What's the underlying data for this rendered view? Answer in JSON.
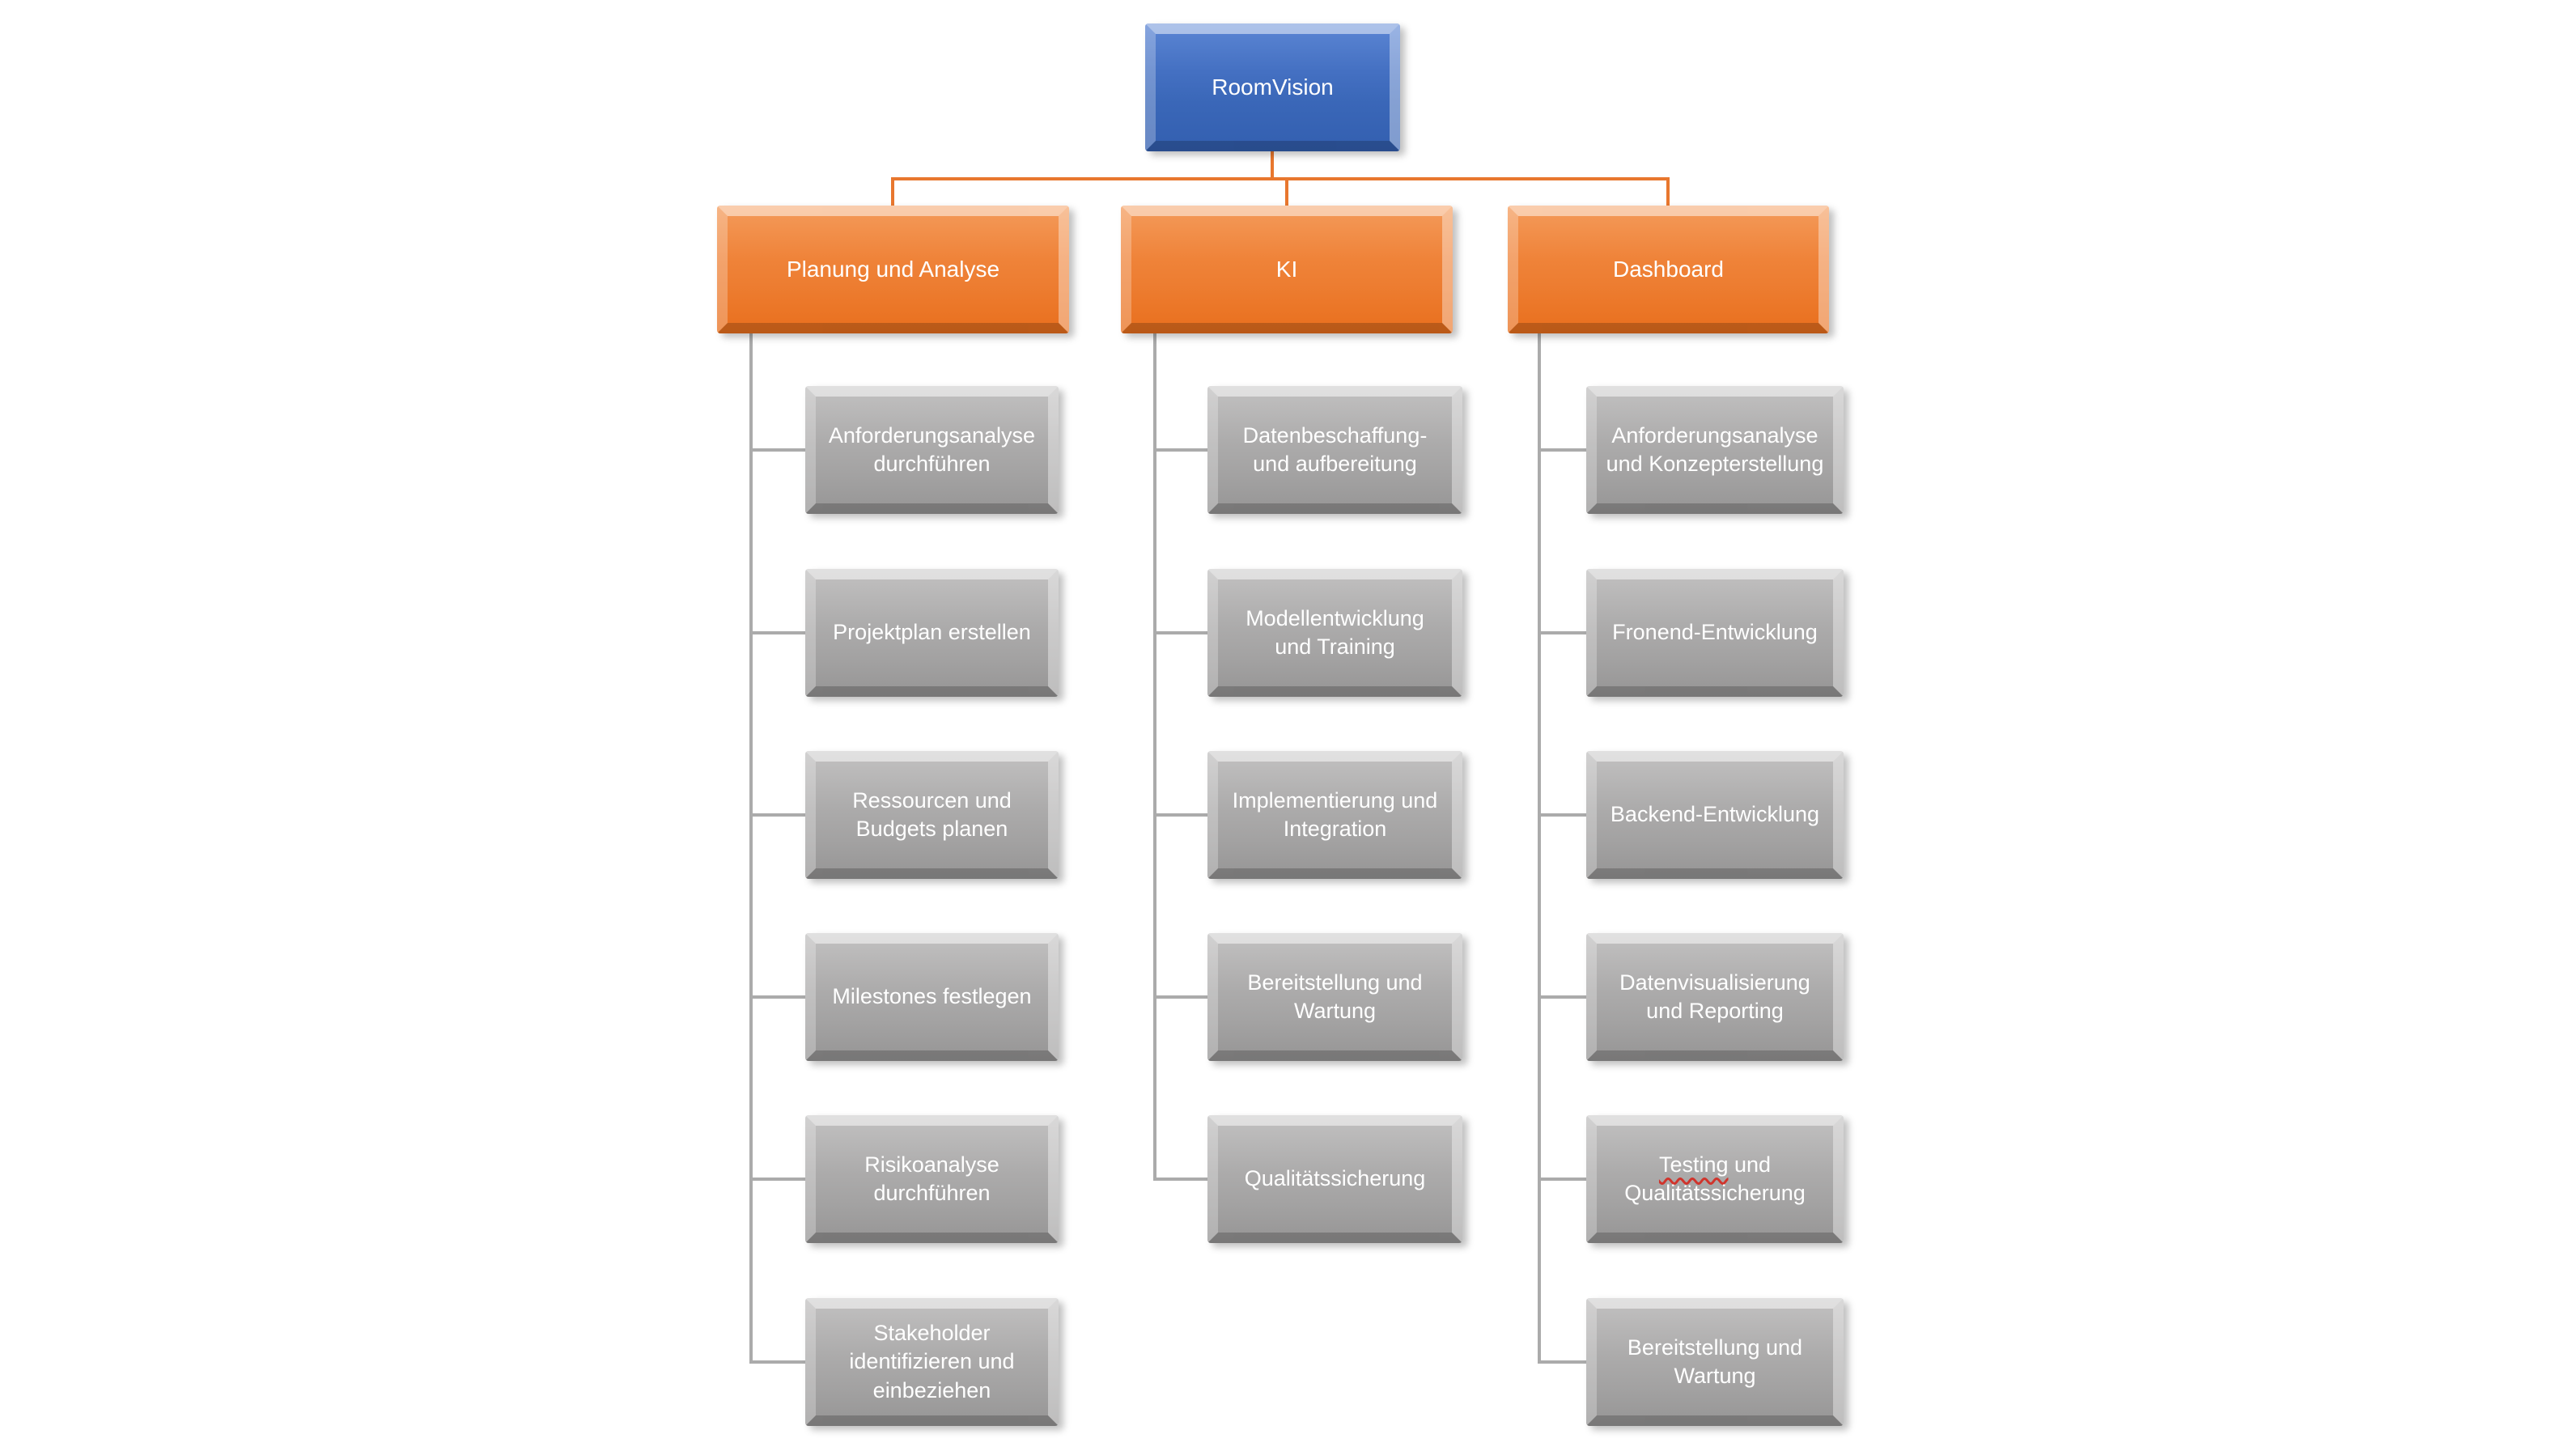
{
  "diagram": {
    "title": "RoomVision work breakdown organigram",
    "root": {
      "label": "RoomVision"
    },
    "branches": [
      {
        "label": "Planung und Analyse",
        "children": [
          {
            "label": "Anforderungsanalyse\ndurchführen"
          },
          {
            "label": "Projektplan erstellen"
          },
          {
            "label": "Ressourcen und\nBudgets planen"
          },
          {
            "label": "Milestones festlegen"
          },
          {
            "label": "Risikoanalyse\ndurchführen"
          },
          {
            "label": "Stakeholder\nidentifizieren und\neinbeziehen"
          }
        ]
      },
      {
        "label": "KI",
        "children": [
          {
            "label": "Datenbeschaffung-\nund aufbereitung"
          },
          {
            "label": "Modellentwicklung\nund Training"
          },
          {
            "label": "Implementierung und\nIntegration"
          },
          {
            "label": "Bereitstellung und\nWartung"
          },
          {
            "label": "Qualitätssicherung"
          }
        ]
      },
      {
        "label": "Dashboard",
        "children": [
          {
            "label": "Anforderungsanalyse\nund Konzepterstellung"
          },
          {
            "label": "Fronend-Entwicklung"
          },
          {
            "label": "Backend-Entwicklung"
          },
          {
            "label": "Datenvisualisierung\nund Reporting"
          },
          {
            "label": "Testing und Qualitätssicherung",
            "misspelled": "Testing",
            "rest": " und\nQualitätssicherung"
          },
          {
            "label": "Bereitstellung und\nWartung"
          }
        ]
      }
    ],
    "colors": {
      "root_fill": "#3e6bbd",
      "branch_fill": "#ed7d31",
      "child_fill": "#a5a5a5",
      "branch_connector": "#e8772e",
      "child_connector": "#ababab",
      "text": "#ffffff",
      "spellcheck_underline": "#d0342c",
      "background": "#ffffff"
    }
  }
}
